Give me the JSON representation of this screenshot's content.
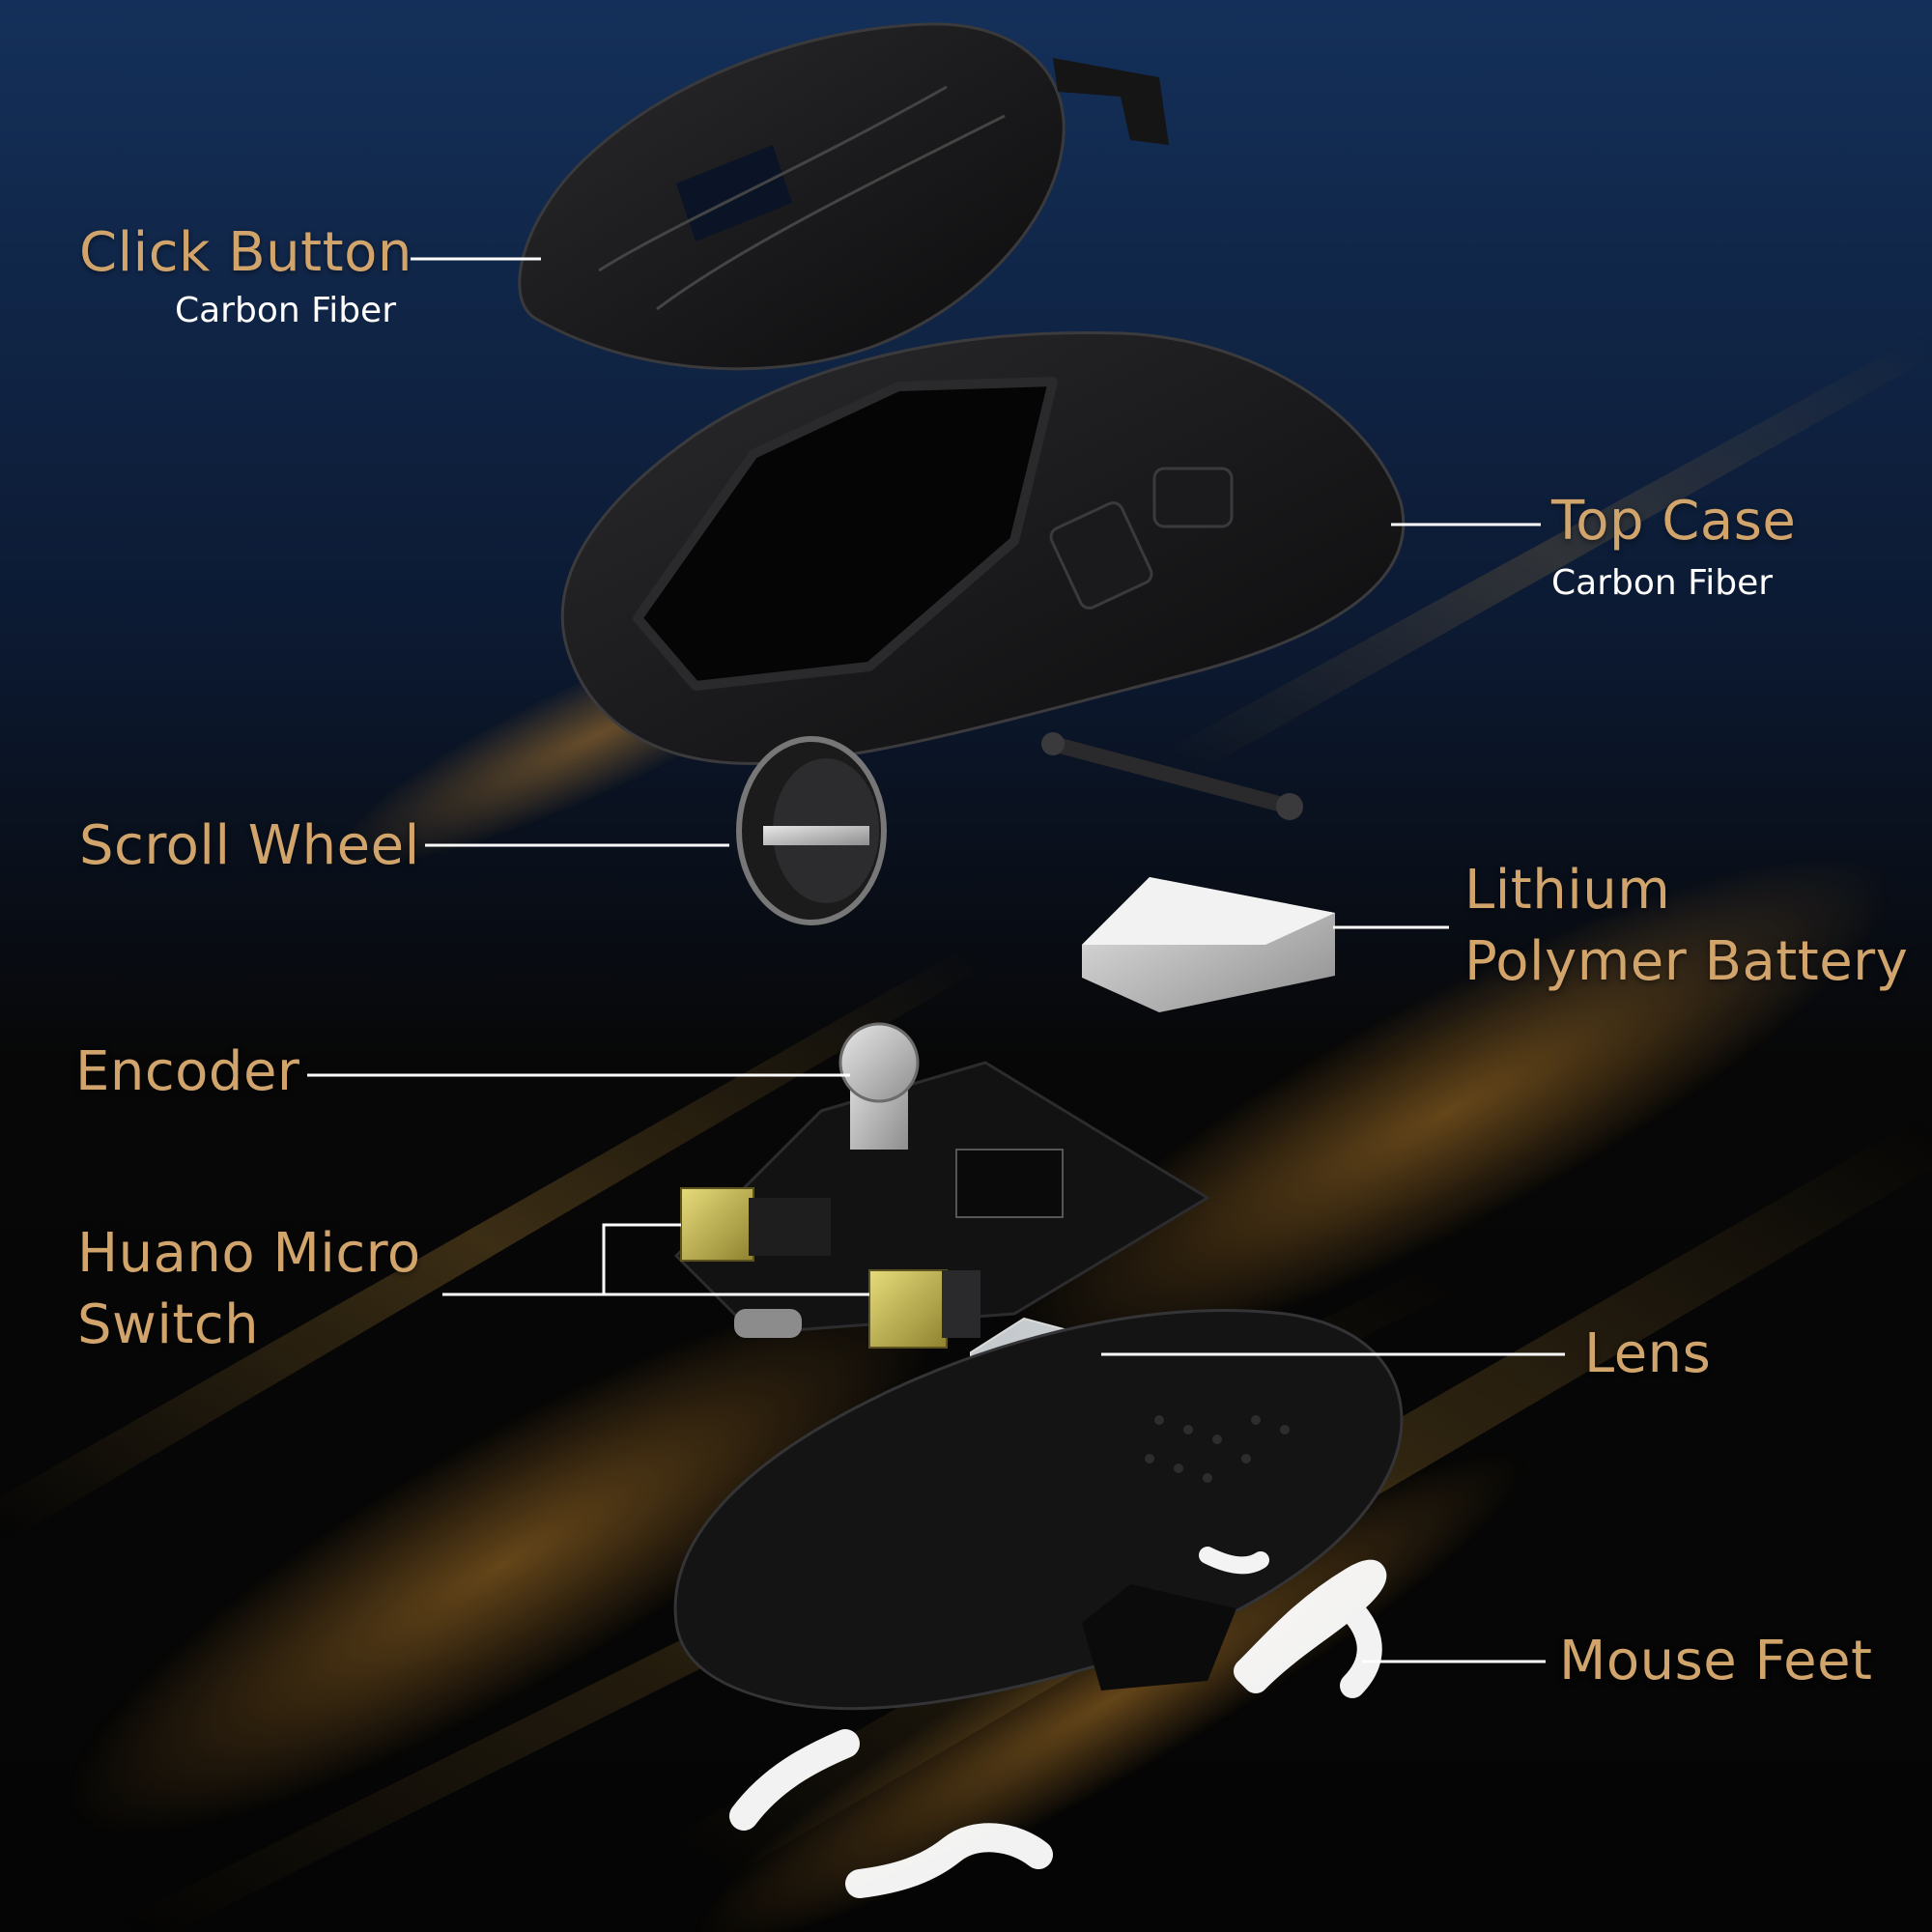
{
  "colors": {
    "label": "#d1a46c",
    "sublabel": "#ffffff",
    "leader_line": "#ffffff",
    "background_top": "#132a50",
    "background_bottom": "#050505",
    "streak": "#e0a843"
  },
  "labels": {
    "click_button": {
      "title": "Click Button",
      "material": "Carbon Fiber"
    },
    "top_case": {
      "title": "Top Case",
      "material": "Carbon Fiber"
    },
    "scroll_wheel": {
      "title": "Scroll Wheel"
    },
    "battery": {
      "line1": "Lithium",
      "line2": "Polymer Battery"
    },
    "encoder": {
      "title": "Encoder"
    },
    "micro_switch": {
      "line1": "Huano Micro",
      "line2": "Switch"
    },
    "lens": {
      "title": "Lens"
    },
    "mouse_feet": {
      "title": "Mouse Feet"
    }
  }
}
